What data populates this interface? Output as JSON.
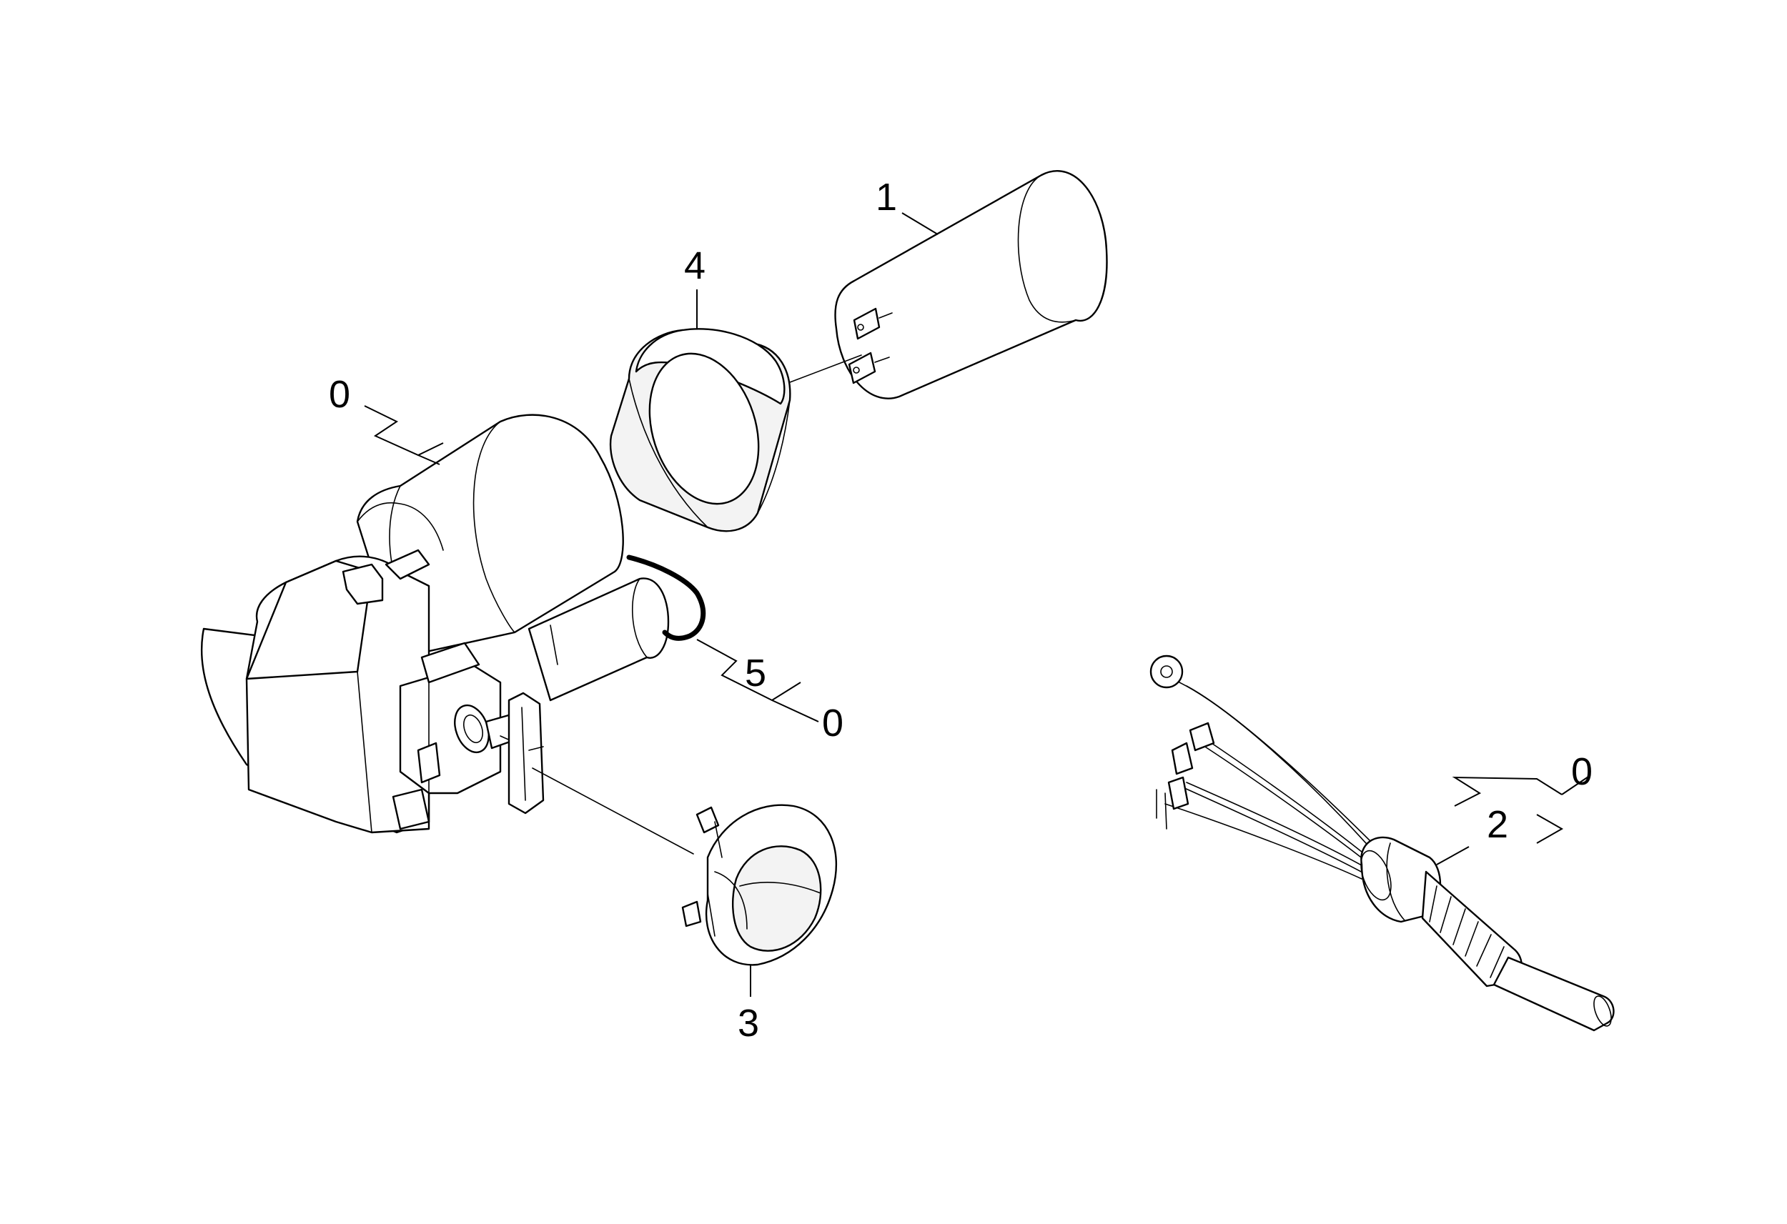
{
  "callouts": {
    "c1": "1",
    "c4": "4",
    "c0_motor": "0",
    "c5": "5",
    "c0_cord": "0",
    "c3": "3",
    "c0_cable": "0",
    "c2": "2"
  },
  "parts": [
    {
      "ref": "1",
      "icon": "capacitor-icon"
    },
    {
      "ref": "4",
      "icon": "clamp-ring-icon"
    },
    {
      "ref": "0",
      "icon": "motor-assembly-icon"
    },
    {
      "ref": "5",
      "icon": "cord-loop-icon"
    },
    {
      "ref": "3",
      "icon": "switch-knob-icon"
    },
    {
      "ref": "2",
      "icon": "cable-harness-icon"
    }
  ],
  "colors": {
    "line": "#000000",
    "background": "#ffffff",
    "shade": "#f3f3f3"
  }
}
